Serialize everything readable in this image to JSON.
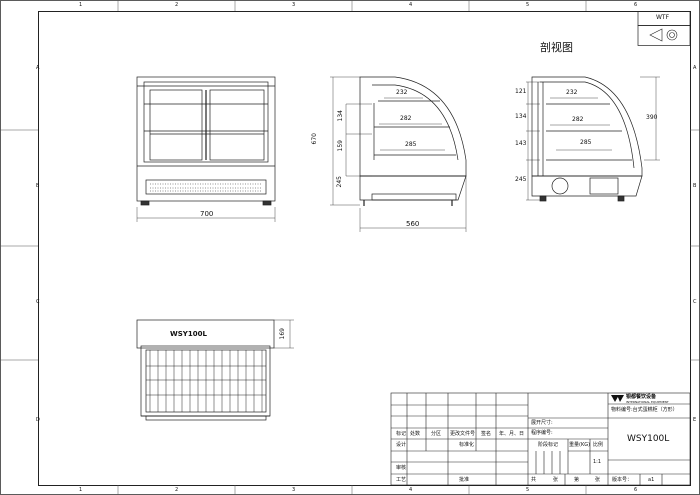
{
  "sheet": {
    "top_zone_numbers": [
      "1",
      "2",
      "3",
      "4",
      "5",
      "6"
    ],
    "side_zone_letters": [
      "A",
      "B",
      "C",
      "D",
      "E"
    ],
    "corner_code": "WTF",
    "view_title": "剖视图"
  },
  "front_view": {
    "width_dim": "700",
    "height_dim": "670",
    "lower_dim": "245"
  },
  "section_view": {
    "shelf_dims": [
      "232",
      "282",
      "285"
    ],
    "vertical_dims": [
      "134",
      "159"
    ],
    "depth_dim": "560"
  },
  "side_view": {
    "shelf_dims": [
      "232",
      "282",
      "285"
    ],
    "vertical_dims": [
      "121",
      "134",
      "143",
      "245"
    ],
    "glass_height": "390"
  },
  "top_view": {
    "model_label": "WSY100L",
    "height_dim": "169"
  },
  "title_block": {
    "logo_text": "银都餐饮设备",
    "logo_sub": "INTERNATIONAL EQUIPMENT",
    "product_label": "物料编号:台式蛋糕柜（方形）",
    "drawing_size_label": "展开尺寸:",
    "program_label": "程序编号:",
    "part_name": "WSY100L",
    "rev_headers": [
      "标记",
      "处数",
      "分区",
      "更改文件号",
      "签名",
      "年、月、日"
    ],
    "row_design": "设计",
    "row_standard": "标准化",
    "row_review": "审核",
    "row_process": "工艺",
    "row_approve": "批准",
    "stage_label": "阶段标记",
    "weight_label": "重量(KG)",
    "scale_label": "比例",
    "scale_value": "1:1",
    "sheets_total": "共",
    "sheet_unit": "张",
    "sheet_no_label": "第",
    "sheet_unit2": "张",
    "version_label": "版本号：",
    "version_value": "a1"
  }
}
